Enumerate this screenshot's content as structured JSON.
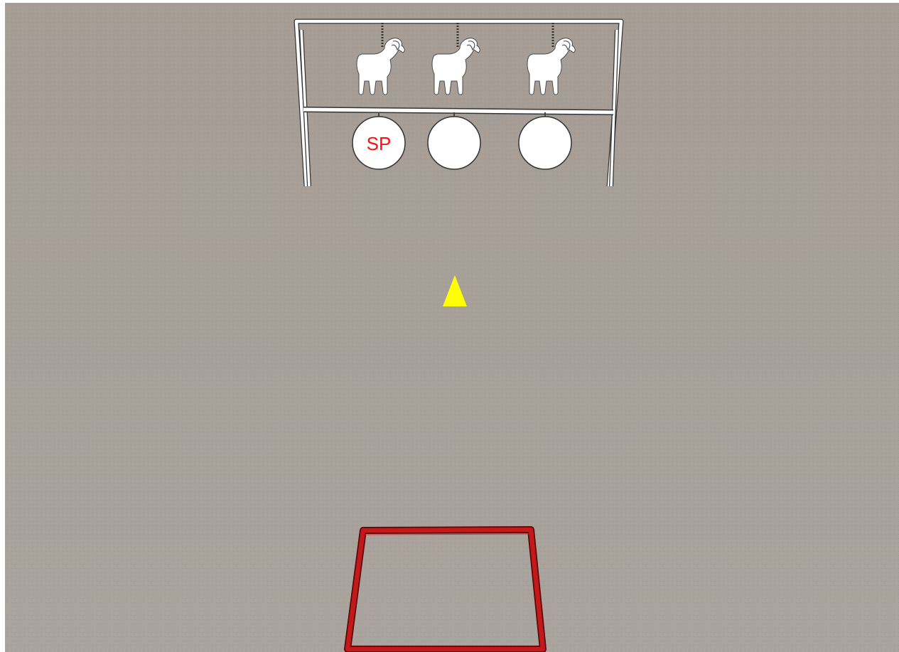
{
  "scene": {
    "description_type": "3d-shooting-stage-diagram",
    "floor_color": "#a59e97",
    "target_color": "#ffffff",
    "shooting_box_color": "#c01818",
    "marker_color": "#ffff00"
  },
  "target_rack": {
    "ram_silhouettes": [
      "ram-target",
      "ram-target",
      "ram-target"
    ],
    "plates": [
      {
        "label": "SP"
      },
      {
        "label": ""
      },
      {
        "label": ""
      }
    ]
  },
  "marker": {
    "icon": "triangle-icon"
  },
  "shooting_box": {
    "icon": "rectangle-outline"
  }
}
